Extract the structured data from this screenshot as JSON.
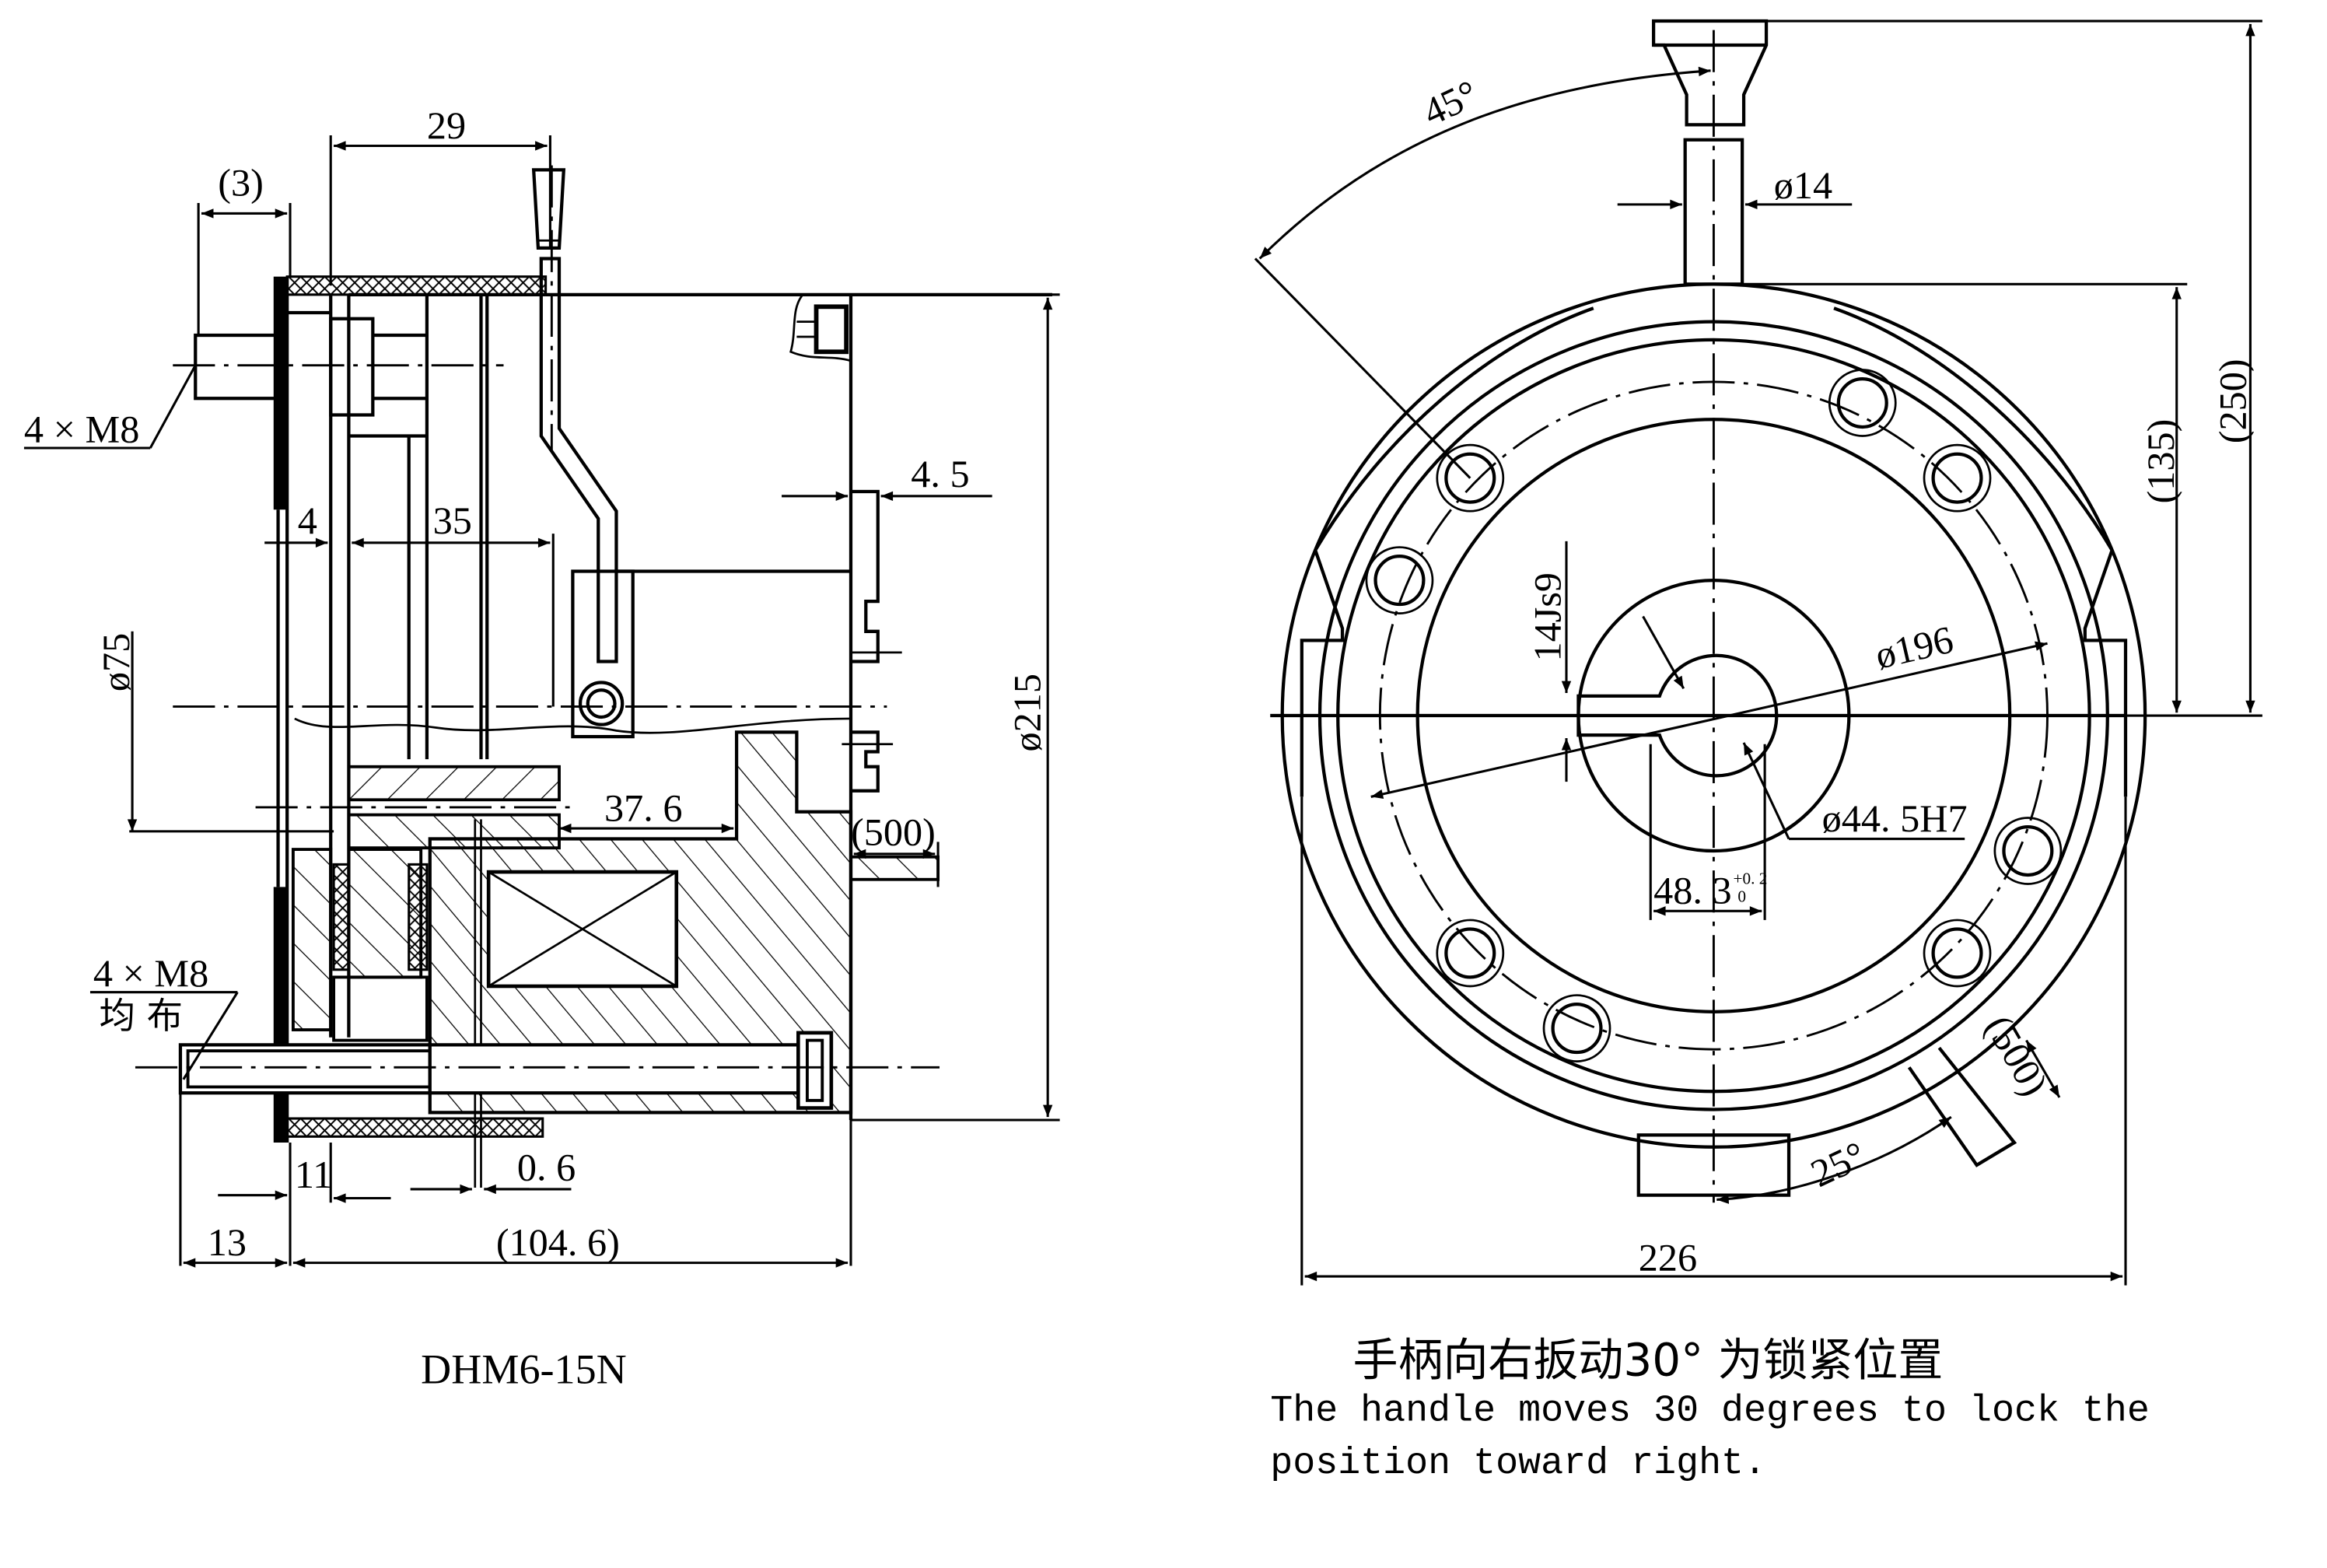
{
  "drawing": {
    "model": "DHM6-15N",
    "side_view": {
      "dimensions": {
        "d_29": "29",
        "d_3": "(3)",
        "bolt_top": "4 × M8",
        "d_4": "4",
        "d_35": "35",
        "d_4_5": "4. 5",
        "phi_75": "ø75",
        "phi_215": "ø215",
        "d_37_6": "37. 6",
        "d_500": "(500)",
        "bolt_bottom": "4 × M8",
        "bolt_bottom_note": "均 布",
        "d_11": "11",
        "d_0_6": "0. 6",
        "d_13": "13",
        "d_104_6": "(104. 6)"
      }
    },
    "front_view": {
      "dimensions": {
        "angle_45": "45°",
        "phi_14": "ø14",
        "d_135": "(135)",
        "d_250": "(250)",
        "key_14js9": "14Js9",
        "phi_196": "ø196",
        "phi_44_5h7": "ø44. 5H7",
        "d_48_3": "48. 3",
        "tol_upper": "+0. 2",
        "tol_lower": "0",
        "d_500": "(500)",
        "angle_25": "25°",
        "d_226": "226"
      }
    },
    "notes": {
      "cn": "手柄向右扳动30° 为锁紧位置",
      "en_line1": "The handle moves 30 degrees to lock the",
      "en_line2": "position toward right."
    }
  }
}
